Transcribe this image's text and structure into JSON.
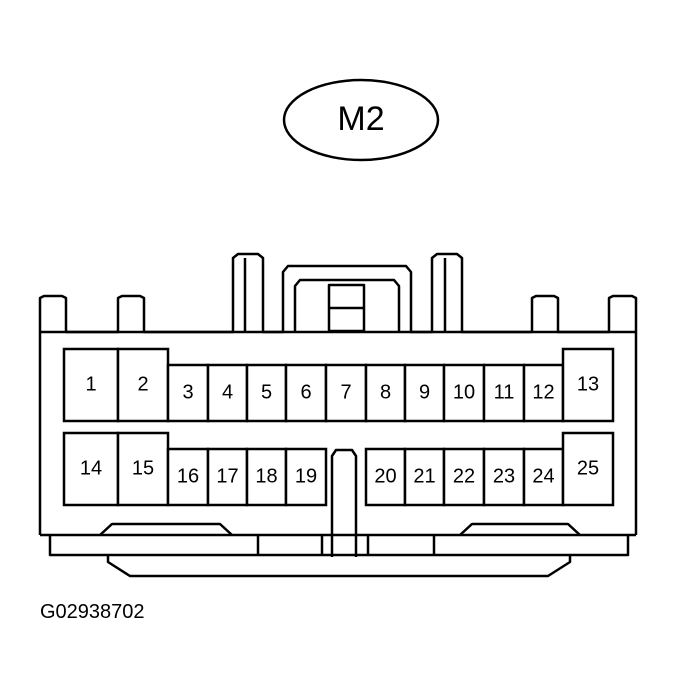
{
  "connector": {
    "label": "M2"
  },
  "figure_id": "G02938702",
  "pins": [
    {
      "number": "1"
    },
    {
      "number": "2"
    },
    {
      "number": "3"
    },
    {
      "number": "4"
    },
    {
      "number": "5"
    },
    {
      "number": "6"
    },
    {
      "number": "7"
    },
    {
      "number": "8"
    },
    {
      "number": "9"
    },
    {
      "number": "10"
    },
    {
      "number": "11"
    },
    {
      "number": "12"
    },
    {
      "number": "13"
    },
    {
      "number": "14"
    },
    {
      "number": "15"
    },
    {
      "number": "16"
    },
    {
      "number": "17"
    },
    {
      "number": "18"
    },
    {
      "number": "19"
    },
    {
      "number": "20"
    },
    {
      "number": "21"
    },
    {
      "number": "22"
    },
    {
      "number": "23"
    },
    {
      "number": "24"
    },
    {
      "number": "25"
    }
  ]
}
